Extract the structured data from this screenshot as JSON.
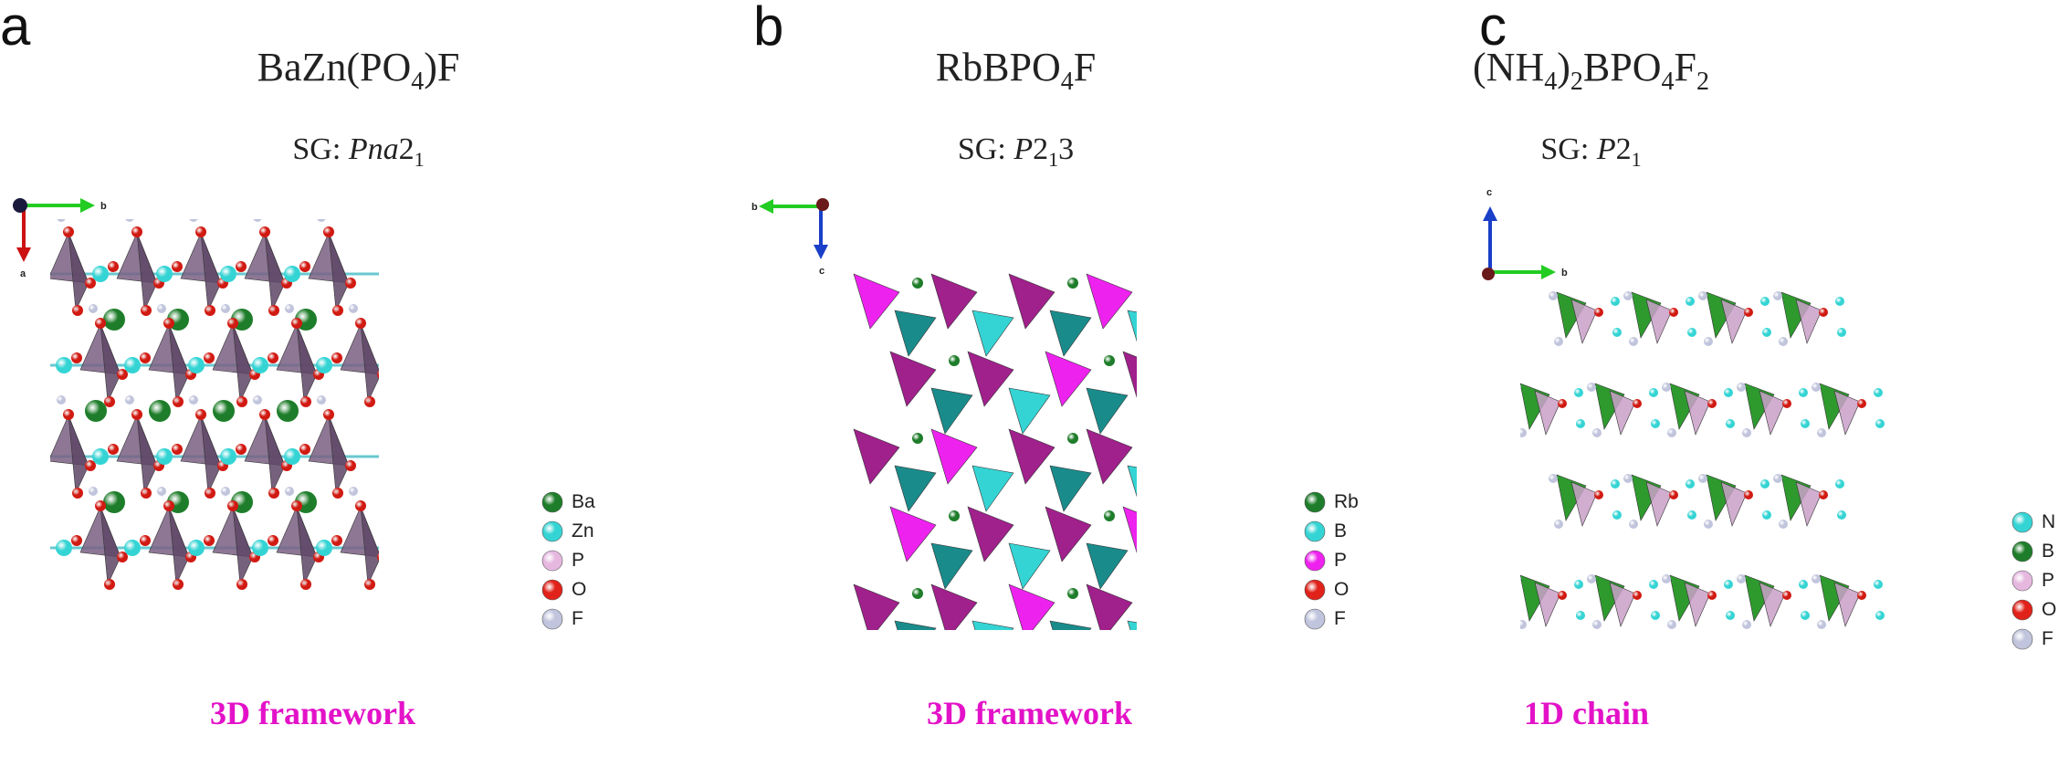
{
  "panels": [
    {
      "letter": "a",
      "formula_html_parts": [
        "BaZn(PO",
        "4",
        ")F"
      ],
      "sg_prefix": "SG: ",
      "sg_italic": "Pna",
      "sg_rest_base": "2",
      "sg_sub": "1",
      "sg_tail": "",
      "axes": {
        "h": "b",
        "v": "a"
      },
      "legend": [
        {
          "label": "Ba",
          "color": "#1e7d2a"
        },
        {
          "label": "Zn",
          "color": "#35d4d4"
        },
        {
          "label": "P",
          "color": "#e6b8e0"
        },
        {
          "label": "O",
          "color": "#e0221a"
        },
        {
          "label": "F",
          "color": "#c0c4dc"
        }
      ],
      "caption": "3D framework"
    },
    {
      "letter": "b",
      "formula_html_parts": [
        "RbBPO",
        "4",
        "F"
      ],
      "sg_prefix": "SG: ",
      "sg_italic": "P",
      "sg_rest_base": "2",
      "sg_sub": "1",
      "sg_tail": "3",
      "axes": {
        "h": "b",
        "v": "c"
      },
      "legend": [
        {
          "label": "Rb",
          "color": "#1e7d2a"
        },
        {
          "label": "B",
          "color": "#35d4d4"
        },
        {
          "label": "P",
          "color": "#ee22ee"
        },
        {
          "label": "O",
          "color": "#e0221a"
        },
        {
          "label": "F",
          "color": "#c0c4dc"
        }
      ],
      "caption": "3D framework"
    },
    {
      "letter": "c",
      "formula_pre": "(NH",
      "formula_sub1": "4",
      "formula_mid1": ")",
      "formula_sub2": "2",
      "formula_mid2": "BPO",
      "formula_sub3": "4",
      "formula_mid3": "F",
      "formula_sub4": "2",
      "sg_prefix": "SG: ",
      "sg_italic": "P",
      "sg_rest_base": "2",
      "sg_sub": "1",
      "sg_tail": "",
      "axes": {
        "h": "b",
        "v": "c"
      },
      "legend": [
        {
          "label": "N",
          "color": "#35d4d4"
        },
        {
          "label": "B",
          "color": "#1e7d2a"
        },
        {
          "label": "P",
          "color": "#e6b8e0"
        },
        {
          "label": "O",
          "color": "#e0221a"
        },
        {
          "label": "F",
          "color": "#c0c4dc"
        }
      ],
      "caption": "1D chain"
    }
  ]
}
